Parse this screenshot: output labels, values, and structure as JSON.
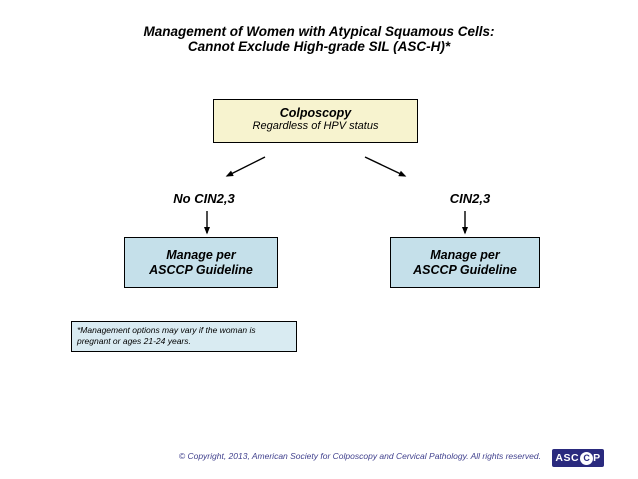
{
  "title": {
    "line1": "Management of Women with Atypical Squamous Cells:",
    "line2": "Cannot Exclude High-grade SIL (ASC-H)*"
  },
  "flowchart": {
    "root": {
      "heading": "Colposcopy",
      "subheading": "Regardless of HPV status",
      "fill": "#F7F3CF"
    },
    "branches": [
      {
        "label": "No CIN2,3",
        "box_line1": "Manage per",
        "box_line2": "ASCCP Guideline",
        "fill": "#C5E0EA"
      },
      {
        "label": "CIN2,3",
        "box_line1": "Manage per",
        "box_line2": "ASCCP Guideline",
        "fill": "#C5E0EA"
      }
    ]
  },
  "footnote": {
    "line1": "*Management options may vary if the woman is",
    "line2": "pregnant or ages 21-24 years.",
    "fill": "#D9EBF2"
  },
  "footer": {
    "copyright": "© Copyright, 2013, American Society for Colposcopy and Cervical Pathology.  All rights reserved.",
    "logo": {
      "part1": "AS",
      "part2": "C",
      "circle": "C",
      "part3": "P",
      "bg": "#2A2A7E"
    }
  },
  "colors": {
    "text": "#000000",
    "footer_text": "#41418E",
    "arrow": "#000000",
    "background": "#FFFFFF"
  }
}
